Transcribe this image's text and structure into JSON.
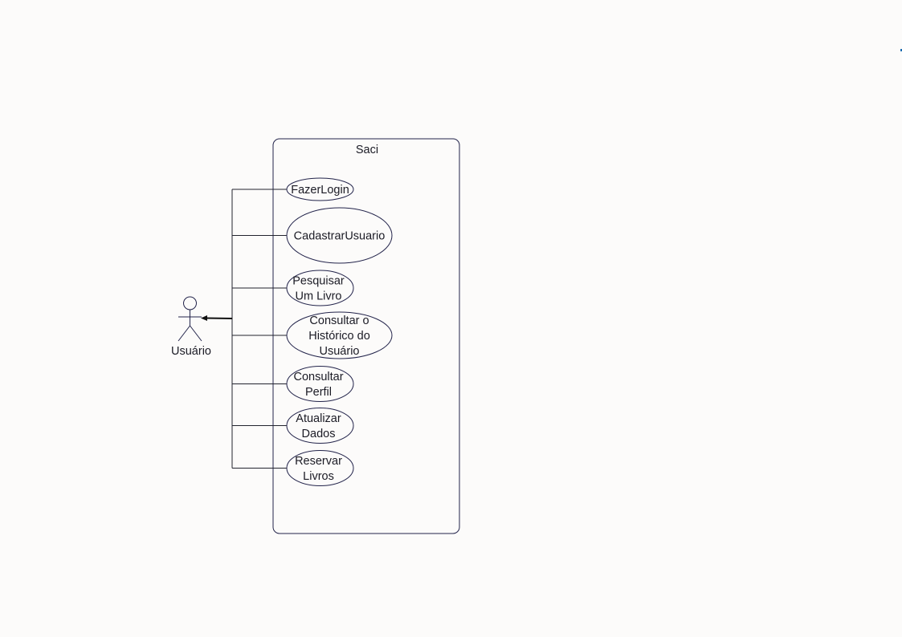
{
  "system": {
    "title": "Saci"
  },
  "actor": {
    "label": "Usuário"
  },
  "use_cases": [
    {
      "id": "fazer-login",
      "lines": [
        "FazerLogin"
      ]
    },
    {
      "id": "cadastrar-usuario",
      "lines": [
        "CadastrarUsuario"
      ]
    },
    {
      "id": "pesquisar-um-livro",
      "lines": [
        "Pesquisar",
        "Um Livro"
      ]
    },
    {
      "id": "consultar-historico",
      "lines": [
        "Consultar o",
        "Histórico do",
        "Usuário"
      ]
    },
    {
      "id": "consultar-perfil",
      "lines": [
        "Consultar",
        "Perfil"
      ]
    },
    {
      "id": "atualizar-dados",
      "lines": [
        "Atualizar",
        "Dados"
      ]
    },
    {
      "id": "reservar-livros",
      "lines": [
        "Reservar",
        "Livros"
      ]
    }
  ],
  "colors": {
    "stroke": "#22234a",
    "background": "#fcfbfa",
    "accent": "#1a6bb0"
  }
}
